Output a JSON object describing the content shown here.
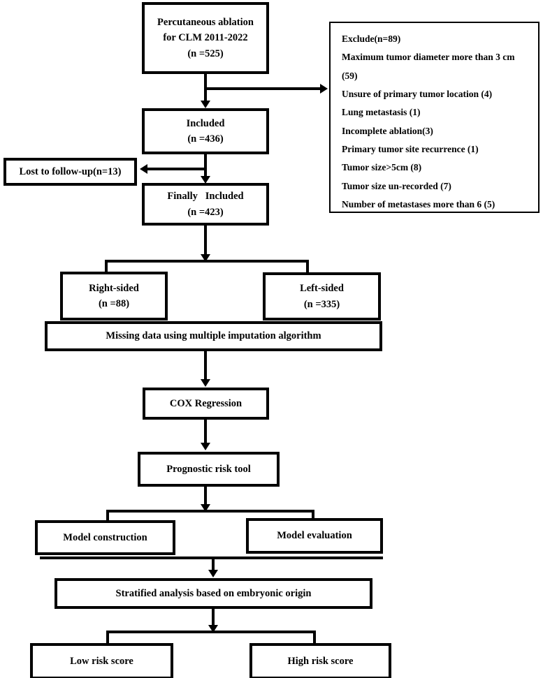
{
  "diagram": {
    "title": "Patient selection and analysis flowchart",
    "type": "flowchart",
    "accent_color": "#000000",
    "background_color": "#ffffff"
  },
  "nodes": {
    "source": {
      "line1": "Percutaneous ablation",
      "line2": "for CLM 2011-2022",
      "line3": "(n =525)"
    },
    "included": {
      "line1": "Included",
      "line2": "(n =436)"
    },
    "lost": {
      "line1": "Lost to follow-up(n=13)"
    },
    "finally_included": {
      "line1": "Finally   Included",
      "line2": "(n =423)"
    },
    "right_sided": {
      "line1": "Right-sided",
      "line2": "(n =88)"
    },
    "left_sided": {
      "line1": "Left-sided",
      "line2": "(n =335)"
    },
    "missing_data": {
      "line1": "Missing data using multiple imputation algorithm"
    },
    "cox": {
      "line1": "COX Regression"
    },
    "prognostic": {
      "line1": "Prognostic risk tool"
    },
    "model_construction": {
      "line1": "Model construction"
    },
    "model_evaluation": {
      "line1": "Model evaluation"
    },
    "stratified": {
      "line1": "Stratified analysis based on embryonic origin"
    },
    "low_risk": {
      "line1": "Low risk score"
    },
    "high_risk": {
      "line1": "High risk score"
    }
  },
  "exclusion": {
    "lines": [
      "Exclude(n=89)",
      "Maximum tumor diameter more than 3 cm",
      "(59)",
      "Unsure of primary tumor location (4)",
      "Lung metastasis (1)",
      "Incomplete ablation(3)",
      "Primary tumor site recurrence (1)",
      "Tumor size>5cm (8)",
      "Tumor size un-recorded (7)",
      "Number of metastases more than 6 (5)"
    ]
  }
}
